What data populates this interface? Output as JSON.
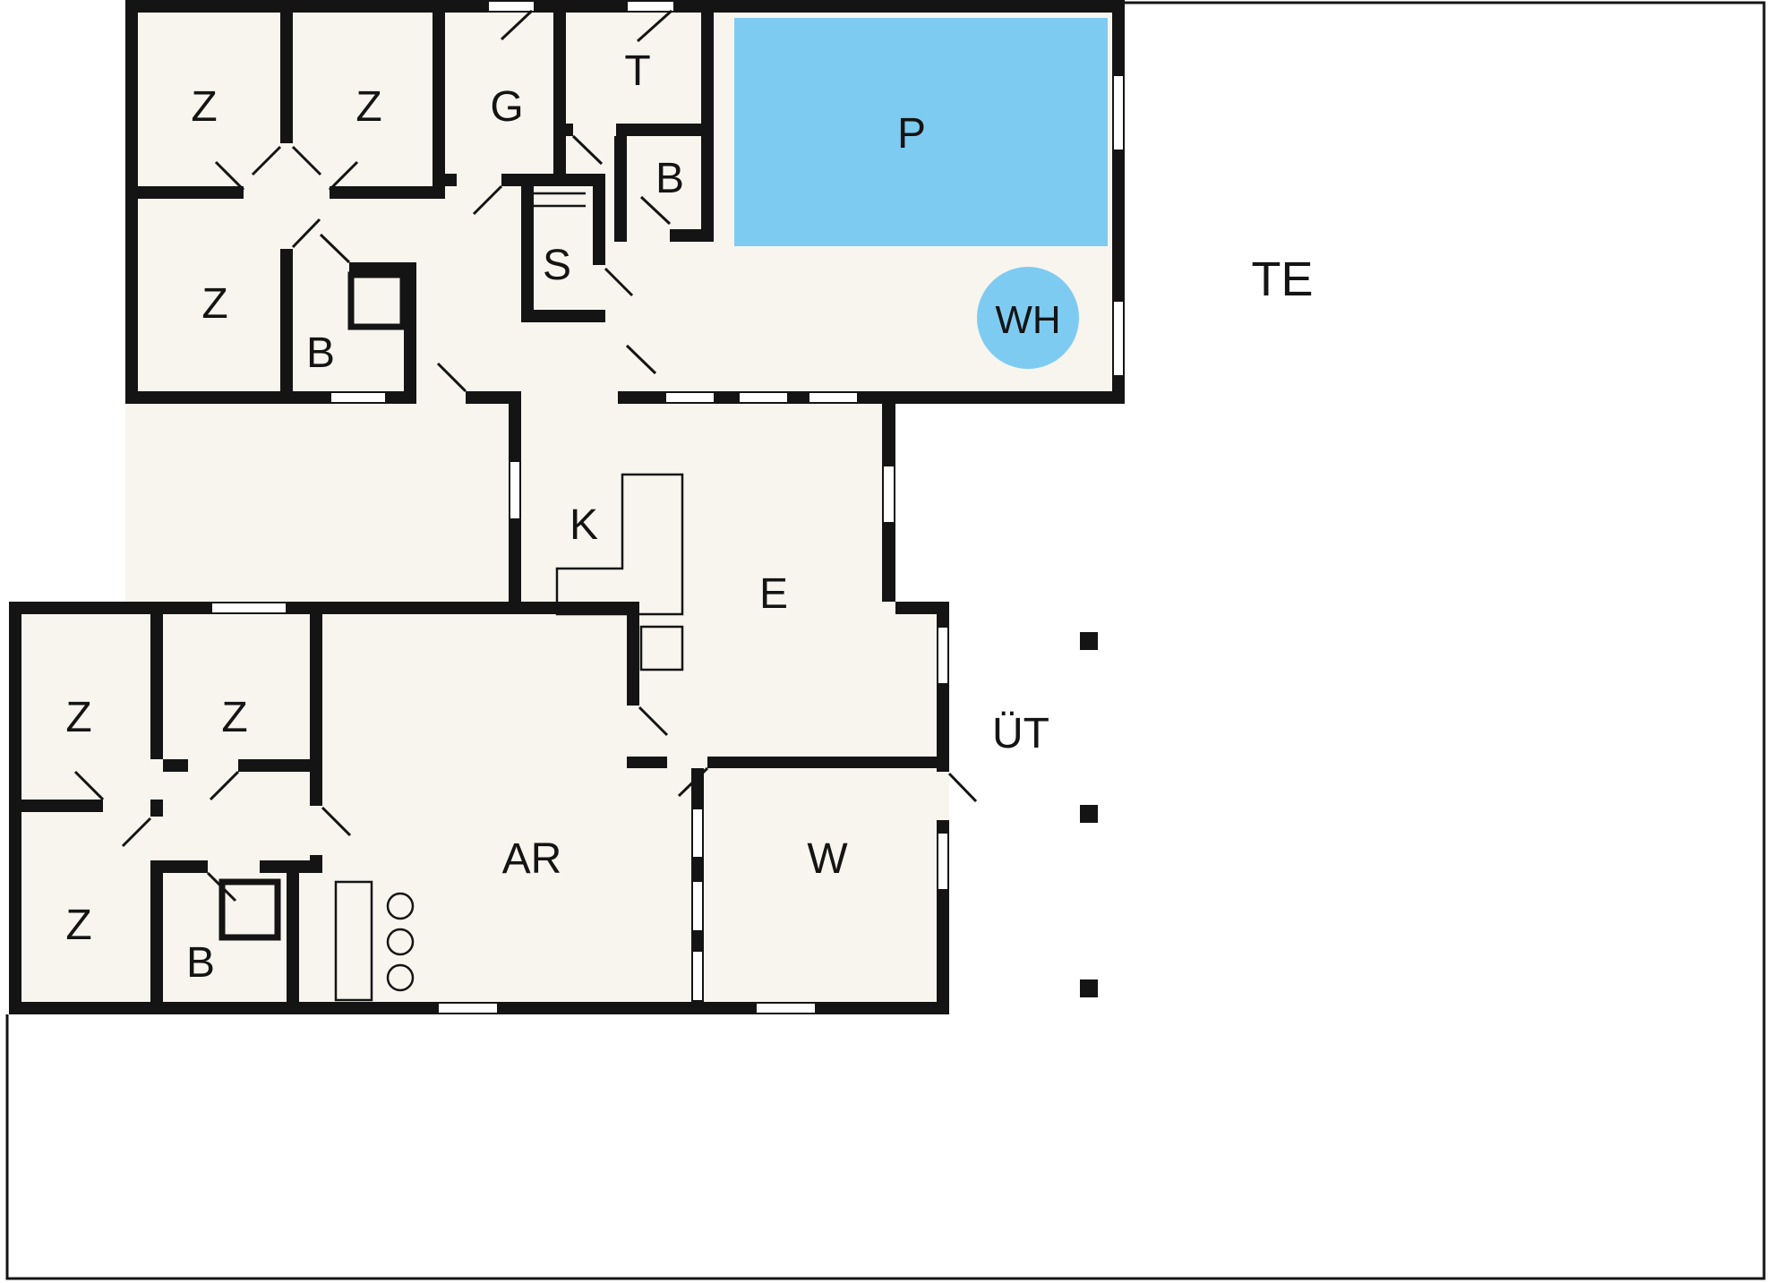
{
  "diagram": {
    "type": "floor-plan",
    "colors": {
      "wall": "#141414",
      "floor": "#f7f5ee",
      "pool": "#7ecbf2",
      "window": "#ffffff"
    },
    "rooms": [
      {
        "id": "bedroom-1",
        "label": "Z"
      },
      {
        "id": "bedroom-2",
        "label": "Z"
      },
      {
        "id": "guest-room",
        "label": "G"
      },
      {
        "id": "toilet",
        "label": "T"
      },
      {
        "id": "bath-pool",
        "label": "B"
      },
      {
        "id": "pool",
        "label": "P"
      },
      {
        "id": "whirlpool",
        "label": "WH"
      },
      {
        "id": "terrace",
        "label": "TE"
      },
      {
        "id": "bedroom-3",
        "label": "Z"
      },
      {
        "id": "bath-upper",
        "label": "B"
      },
      {
        "id": "sauna",
        "label": "S"
      },
      {
        "id": "kitchen",
        "label": "K"
      },
      {
        "id": "entrance",
        "label": "E"
      },
      {
        "id": "bedroom-4",
        "label": "Z"
      },
      {
        "id": "bedroom-5",
        "label": "Z"
      },
      {
        "id": "covered-terrace",
        "label": "ÜT"
      },
      {
        "id": "bedroom-6",
        "label": "Z"
      },
      {
        "id": "bath-lower",
        "label": "B"
      },
      {
        "id": "activity-room",
        "label": "AR"
      },
      {
        "id": "living-room",
        "label": "W"
      }
    ]
  }
}
